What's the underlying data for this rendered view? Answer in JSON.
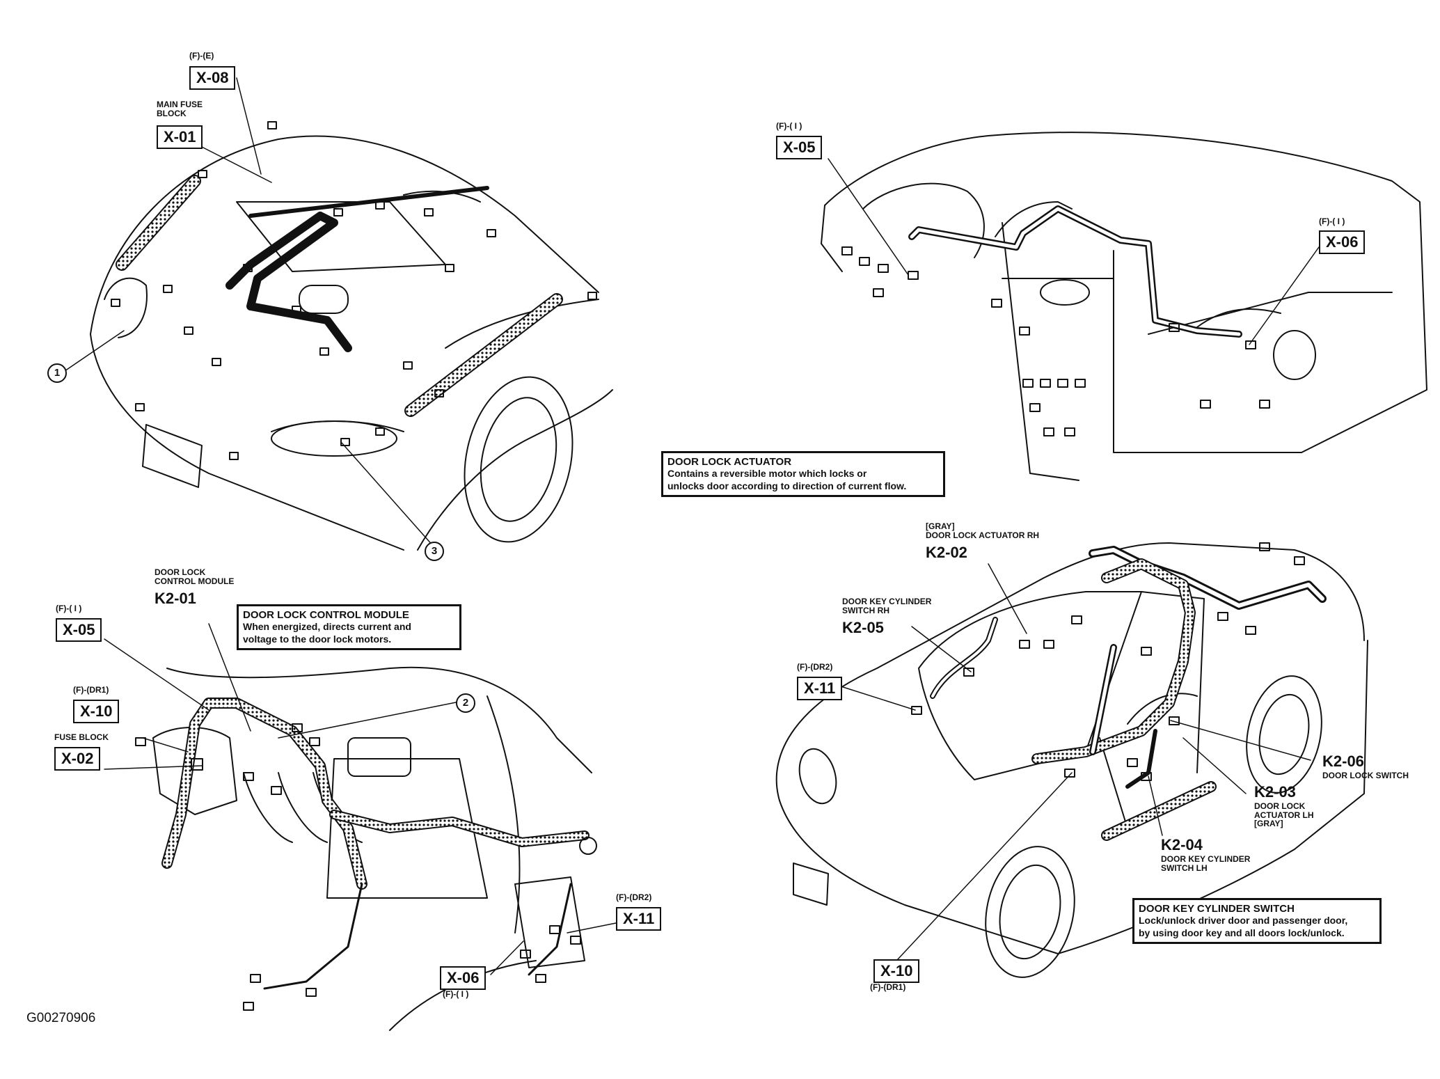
{
  "figure_id": "G00270906",
  "q1": {
    "x08": {
      "loc": "(F)-(E)",
      "code": "X-08"
    },
    "x01": {
      "name": "MAIN FUSE\nBLOCK",
      "code": "X-01"
    },
    "callout1": "1",
    "callout3": "3"
  },
  "q2": {
    "x05": {
      "loc": "(F)-( I )",
      "code": "X-05"
    },
    "x06": {
      "loc": "(F)-( I )",
      "code": "X-06"
    },
    "info": {
      "title": "DOOR LOCK ACTUATOR",
      "desc": "Contains a reversible motor which locks or\nunlocks door according to direction of current flow."
    }
  },
  "q3": {
    "k201": {
      "name": "DOOR LOCK\nCONTROL MODULE",
      "code": "K2-01"
    },
    "info": {
      "title": "DOOR LOCK CONTROL MODULE",
      "desc": "When energized, directs current and\nvoltage to the door lock motors."
    },
    "x05": {
      "loc": "(F)-( I )",
      "code": "X-05"
    },
    "x10": {
      "loc": "(F)-(DR1)",
      "code": "X-10"
    },
    "x02": {
      "name": "FUSE BLOCK",
      "code": "X-02"
    },
    "callout2": "2",
    "x11": {
      "loc": "(F)-(DR2)",
      "code": "X-11"
    },
    "x06": {
      "loc": "(F)-( I )",
      "code": "X-06"
    }
  },
  "q4": {
    "k202": {
      "name": "[GRAY]\nDOOR LOCK ACTUATOR RH",
      "code": "K2-02"
    },
    "k205": {
      "name": "DOOR KEY CYLINDER\nSWITCH RH",
      "code": "K2-05"
    },
    "x11": {
      "loc": "(F)-(DR2)",
      "code": "X-11"
    },
    "k206": {
      "code": "K2-06",
      "name": "DOOR LOCK SWITCH"
    },
    "k203": {
      "code": "K2-03",
      "name": "DOOR LOCK\nACTUATOR LH\n[GRAY]"
    },
    "k204": {
      "code": "K2-04",
      "name": "DOOR KEY CYLINDER\nSWITCH LH"
    },
    "info": {
      "title": "DOOR KEY CYLINDER SWITCH",
      "desc": "Lock/unlock driver door and passenger door,\nby using door key and all doors lock/unlock."
    },
    "x10": {
      "code": "X-10",
      "loc": "(F)-(DR1)"
    }
  }
}
